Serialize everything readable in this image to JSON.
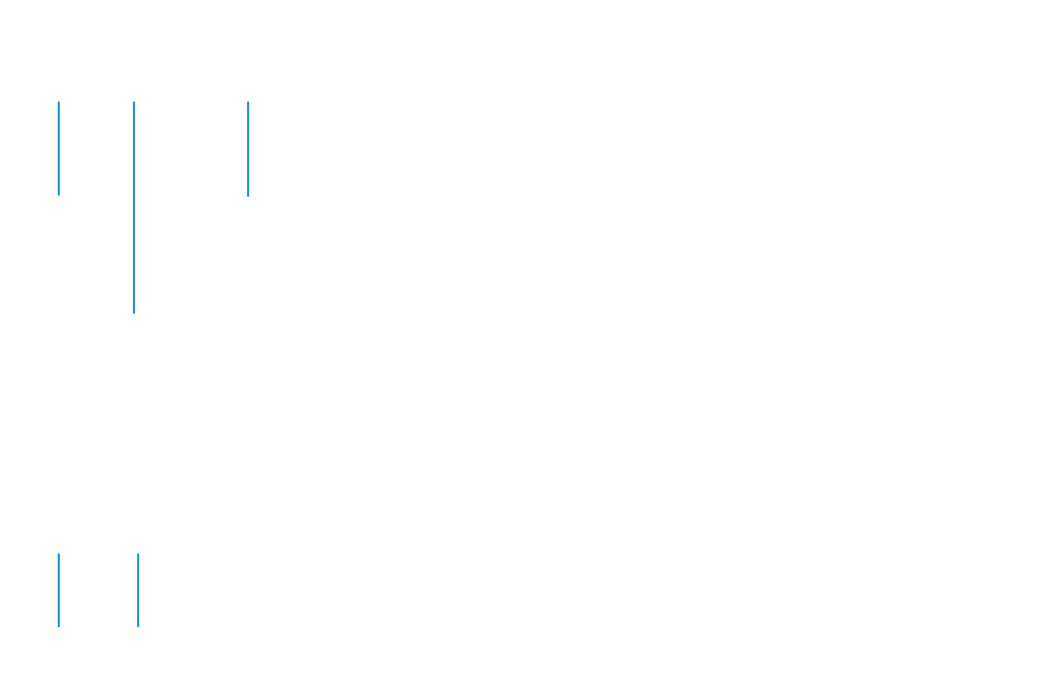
{
  "page": {
    "background_color": "#ffffff"
  },
  "markers": {
    "accent_color": "#1a96d8",
    "items": [
      {
        "kind": "caret",
        "group": "top"
      },
      {
        "kind": "caret",
        "group": "top"
      },
      {
        "kind": "caret",
        "group": "top"
      },
      {
        "kind": "caret",
        "group": "bottom"
      },
      {
        "kind": "caret",
        "group": "bottom"
      }
    ]
  }
}
